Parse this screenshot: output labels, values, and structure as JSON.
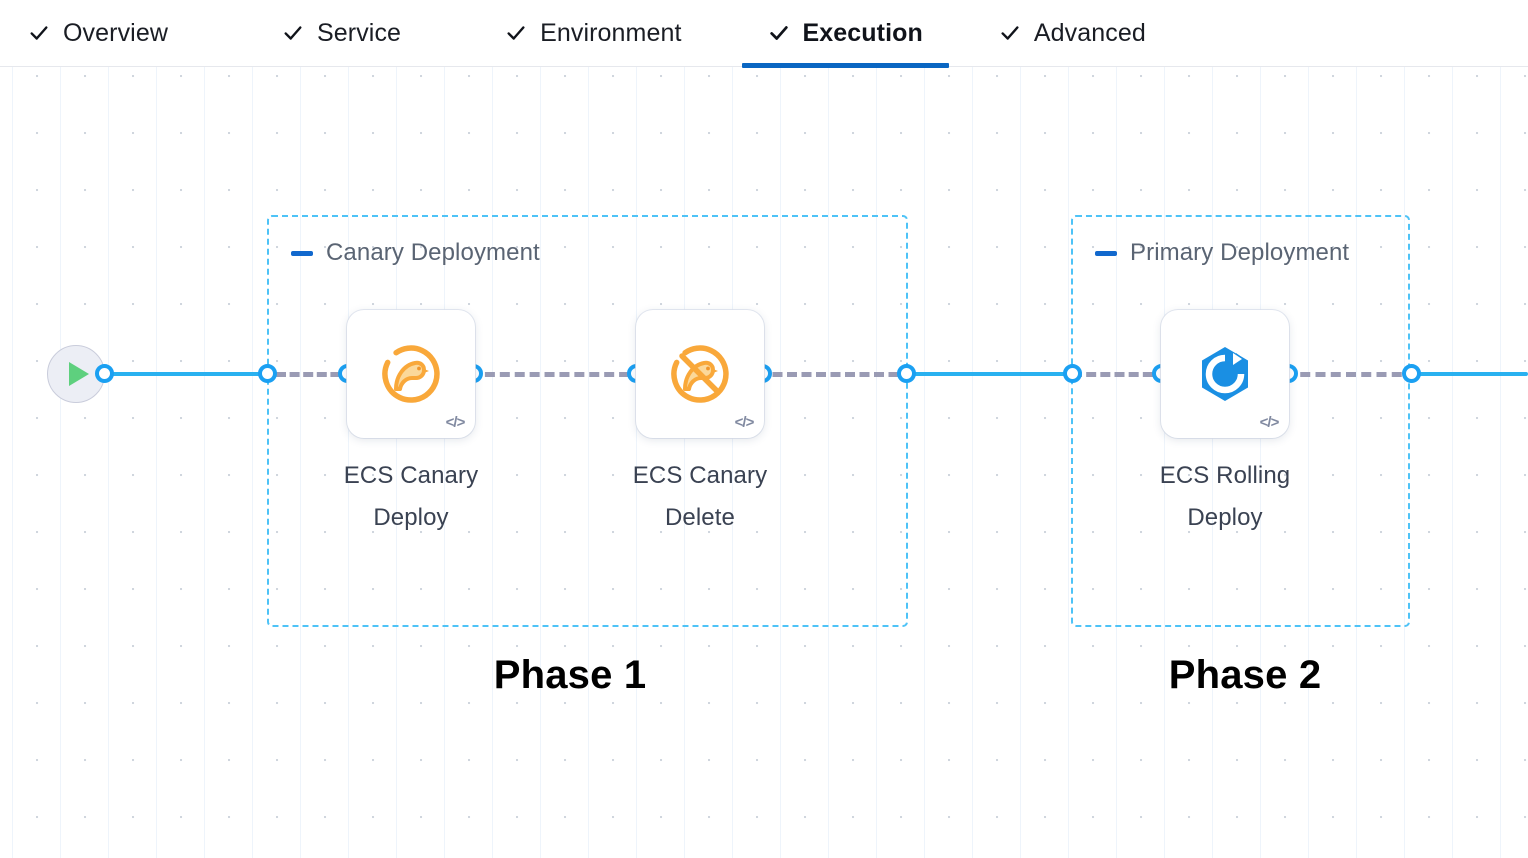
{
  "tabs": [
    {
      "label": "Overview",
      "icon": "check-icon",
      "active": false
    },
    {
      "label": "Service",
      "icon": "check-icon",
      "active": false
    },
    {
      "label": "Environment",
      "icon": "check-icon",
      "active": false
    },
    {
      "label": "Execution",
      "icon": "check-icon",
      "active": true
    },
    {
      "label": "Advanced",
      "icon": "check-icon",
      "active": false
    }
  ],
  "canvas": {
    "start_node": {
      "name": "pipeline-start",
      "icon": "play-icon"
    },
    "groups": [
      {
        "title": "Canary Deployment",
        "collapse_icon": "minus-icon",
        "caption": "Phase 1",
        "nodes": [
          {
            "label": "ECS Canary Deploy",
            "icon": "canary-bird-icon",
            "badge": "</>"
          },
          {
            "label": "ECS Canary Delete",
            "icon": "canary-bird-slash-icon",
            "badge": "</>"
          }
        ]
      },
      {
        "title": "Primary Deployment",
        "collapse_icon": "minus-icon",
        "caption": "Phase 2",
        "nodes": [
          {
            "label": "ECS Rolling Deploy",
            "icon": "rolling-deploy-icon",
            "badge": "</>"
          }
        ]
      }
    ]
  },
  "colors": {
    "accent_blue": "#0a66c2",
    "edge_blue": "#29b1f0",
    "group_border": "#4ec3f7",
    "port_blue": "#1ba0f2",
    "canary_orange": "#f9a83a",
    "rolling_blue": "#1a8fe3",
    "play_green": "#5ed07e",
    "dashed_edge": "#9a9bb4",
    "label_gray": "#3a4252",
    "group_title_gray": "#5a6473"
  }
}
